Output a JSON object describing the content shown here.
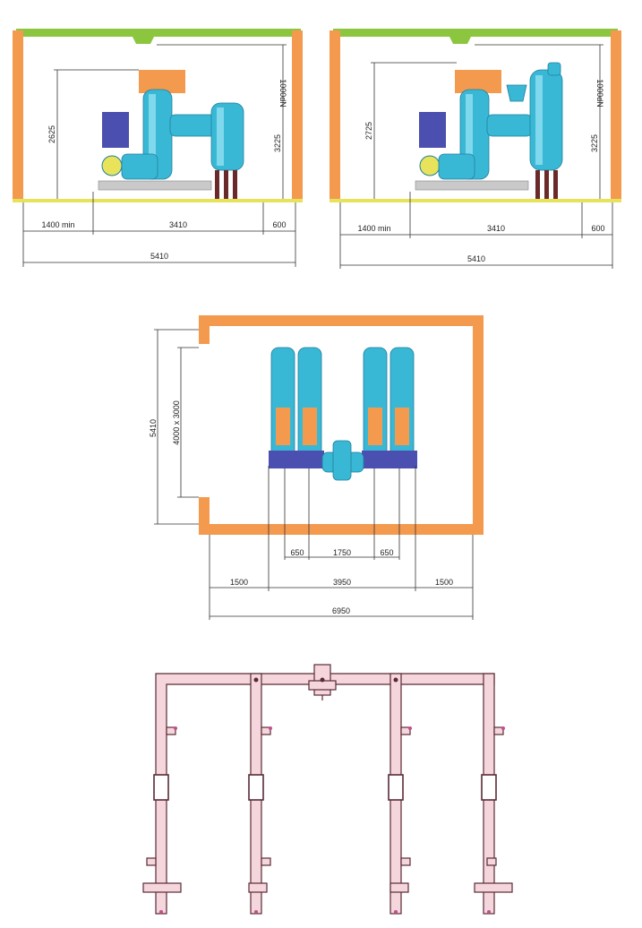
{
  "colors": {
    "wall": "#f39a4f",
    "ceiling": "#8cc63f",
    "floor": "#e6e35a",
    "equipment": "#39b8d6",
    "cabinet": "#4a4fb0",
    "sld_fill": "#f4d6dc",
    "sld_stroke": "#5a2b36"
  },
  "views": {
    "left": {
      "height_2625": "2625",
      "height_3225": "3225",
      "load_1000dN": "1000dN",
      "clear_1400": "1400 min",
      "width_3410": "3410",
      "gap_600": "600",
      "total_5410": "5410"
    },
    "right": {
      "height_2725": "2725",
      "height_3225": "3225",
      "load_1000dN": "1000dN",
      "clear_1400": "1400 min",
      "width_3410": "3410",
      "gap_600": "600",
      "total_5410": "5410"
    },
    "plan": {
      "depth_5410": "5410",
      "opening": "4000 x 3000",
      "bay_650_a": "650",
      "bay_1750": "1750",
      "bay_650_b": "650",
      "side_1500_a": "1500",
      "span_3950": "3950",
      "side_1500_b": "1500",
      "total_6950": "6950"
    }
  }
}
